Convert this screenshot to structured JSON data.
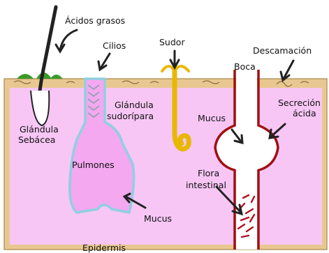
{
  "labels": {
    "fatty_acids": "Ácidos grasos",
    "cilia": "Cilios",
    "sweat": "Sudor",
    "desquamation": "Descamación",
    "mouth": "Boca",
    "sebaceous_gland_line1": "Glándula",
    "sebaceous_gland_line2": "Sebácea",
    "sweat_gland_line1": "Glándula",
    "sweat_gland_line2": "sudorípara",
    "mucus_mouth": "Mucus",
    "acid_secretion_line1": "Secreción",
    "acid_secretion_line2": "ácida",
    "lungs": "Pulmones",
    "gut_flora_line1": "Flora",
    "gut_flora_line2": "intestinal",
    "mucus_lungs": "Mucus",
    "epidermis": "Epidermis"
  },
  "colors": {
    "skin_fill": "#f7c6f5",
    "border_tan": "#e8c890",
    "lung_stroke": "#8fd0e0",
    "lung_fill": "#f3a8f0",
    "mouth_tube": "#a01010",
    "sweat_gland": "#e8b800",
    "hair": "#222222",
    "grass": "#3a9a2a"
  }
}
